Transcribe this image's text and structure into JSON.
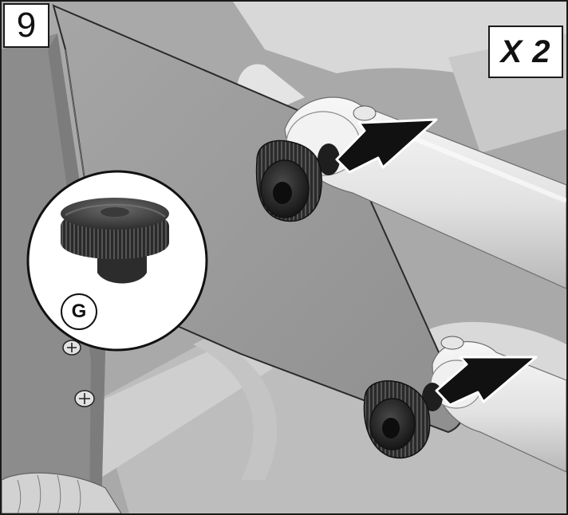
{
  "step": {
    "number": "9"
  },
  "quantity": {
    "label": "X 2"
  },
  "part": {
    "letter": "G",
    "icon": "knurled-thumb-nut-icon"
  },
  "callouts": {
    "arrow_count": 2
  },
  "colors": {
    "background": "#a9a9a9",
    "plate": "#9b9b9b",
    "tube": "#e6e6e6",
    "nut": "#2a2a2a",
    "arrow": "#111111",
    "frame": "#1a1a1a"
  }
}
